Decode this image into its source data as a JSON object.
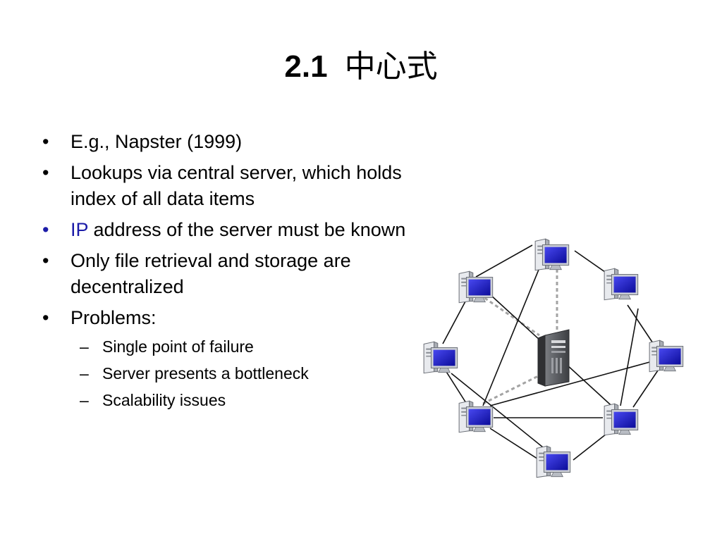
{
  "slide": {
    "title_number": "2.1",
    "title_text": "中心式",
    "bullet_symbol": "•",
    "dash_symbol": "–",
    "bullets": [
      {
        "text": "E.g., Napster (1999)"
      },
      {
        "text": "Lookups via central server, which holds index of all data items"
      },
      {
        "highlight": "IP",
        "text": " address of the server must be known"
      },
      {
        "text": "Only file retrieval and storage are decentralized"
      },
      {
        "text": "Problems:"
      }
    ],
    "sub_bullets": [
      "Single point of failure",
      "Server presents a bottleneck",
      "Scalability issues"
    ]
  },
  "colors": {
    "highlight": "#1c1ca8",
    "screen": "#1717c8",
    "monitor_frame": "#c9ccd2",
    "server_body": "#5a5c60",
    "link": "#111111",
    "server_link": "#a0a0a0"
  },
  "diagram": {
    "server_icon": "server-tower-icon",
    "peer_icon": "desktop-computer-icon",
    "peer_count": 8
  }
}
